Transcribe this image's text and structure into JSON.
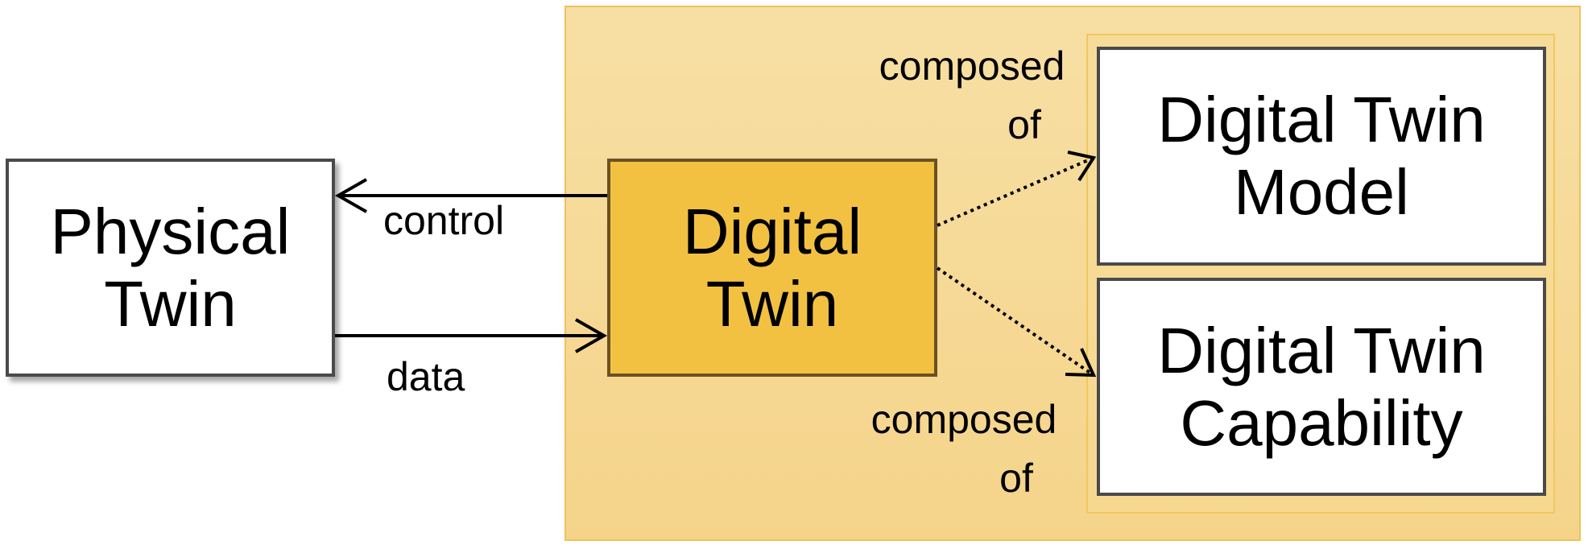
{
  "nodes": {
    "physical_twin": {
      "line1": "Physical",
      "line2": "Twin"
    },
    "digital_twin": {
      "line1": "Digital",
      "line2": "Twin"
    },
    "digital_twin_model": {
      "line1": "Digital Twin",
      "line2": "Model"
    },
    "digital_twin_capability": {
      "line1": "Digital Twin",
      "line2": "Capability"
    }
  },
  "edges": {
    "control": "control",
    "data": "data",
    "composed_model": {
      "line1": "composed",
      "line2": "of"
    },
    "composed_capability": {
      "line1": "composed",
      "line2": "of"
    }
  },
  "colors": {
    "region_fill": "#f7dca0",
    "digital_twin_fill": "#f3c142",
    "box_border": "#4a4a4a"
  }
}
